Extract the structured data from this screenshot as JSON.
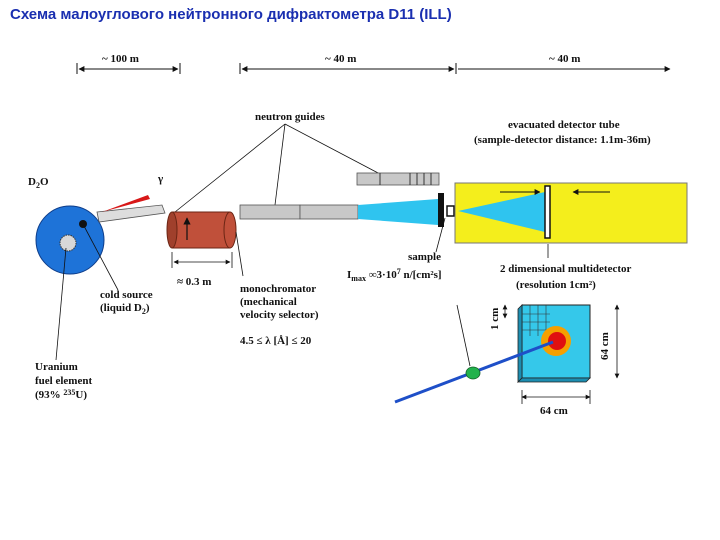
{
  "title": "Схема малоуглового нейтронного дифрактометра D11 (ILL)",
  "dimensions": {
    "dist_source": "~ 100 m",
    "dist_guides": "~ 40 m",
    "dist_detector": "~ 40 m",
    "mono_length": "≈ 0.3 m",
    "cell_size": "1 cm",
    "detector_height": "64 cm",
    "detector_width": "64 cm"
  },
  "labels": {
    "neutron_guides": "neutron guides",
    "detector_tube_1": "evacuated detector tube",
    "detector_tube_2": "(sample-detector distance: 1.1m-36m)",
    "d2o_main": "D",
    "d2o_sub": "2",
    "d2o_end": "O",
    "cold_source_1": "cold source",
    "cold_source_2_main": "(liquid D",
    "cold_source_2_sub": "2",
    "cold_source_2_end": ")",
    "uranium_1": "Uranium",
    "uranium_2": "fuel element",
    "uranium_3_main": "(93% ",
    "uranium_3_sup": "235",
    "uranium_3_end": "U)",
    "mono_1": "monochromator",
    "mono_2": "(mechanical",
    "mono_3": "velocity selector)",
    "wavelength": "4.5 ≤ λ [Å] ≤ 20",
    "sample": "sample",
    "flux_main": "I",
    "flux_sub": "max",
    "flux_mid": " ∞3·10",
    "flux_sup": "7",
    "flux_end": " n/[cm²s]",
    "multidetector_1": "2 dimensional multidetector",
    "multidetector_2": "(resolution 1cm²)"
  },
  "colors": {
    "reactor": "#1e73d8",
    "monochromator": "#c0503a",
    "guide": "#c8c8c8",
    "beam": "#2fc4ef",
    "detector_tube": "#f4ee1c",
    "detector_face": "#35c8ea",
    "scatter_center": "#e01010",
    "scatter_ring": "#f5a000",
    "beam_line": "#1e4fc8",
    "title": "#1a2fb0"
  }
}
